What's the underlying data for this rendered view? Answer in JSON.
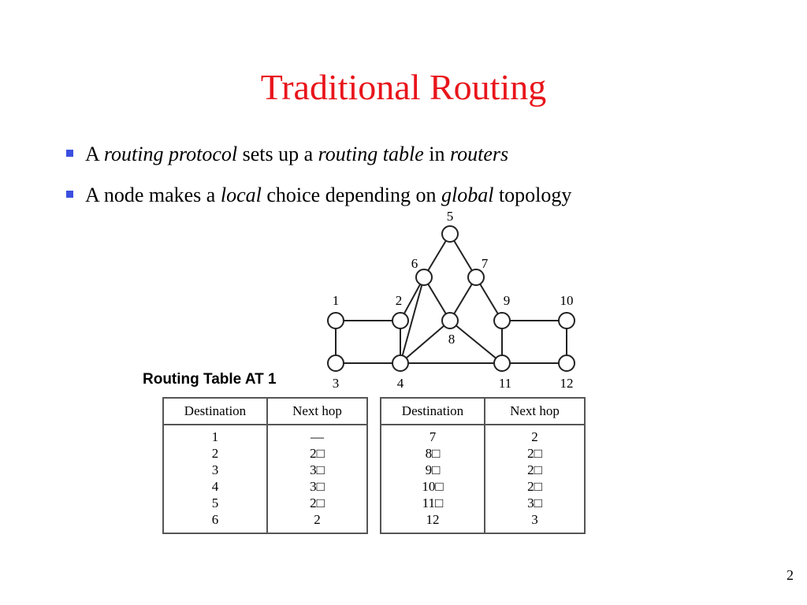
{
  "slide": {
    "title": "Traditional Routing",
    "page_number": "2",
    "bullets": [
      {
        "parts": [
          {
            "text": "A ",
            "italic": false
          },
          {
            "text": "routing protocol",
            "italic": true
          },
          {
            "text": " sets up a ",
            "italic": false
          },
          {
            "text": "routing table",
            "italic": true
          },
          {
            "text": " in ",
            "italic": false
          },
          {
            "text": "routers",
            "italic": true
          }
        ]
      },
      {
        "parts": [
          {
            "text": "A node makes a ",
            "italic": false
          },
          {
            "text": "local",
            "italic": true
          },
          {
            "text": " choice depending on ",
            "italic": false
          },
          {
            "text": "global",
            "italic": true
          },
          {
            "text": " topology",
            "italic": false
          }
        ]
      }
    ],
    "bullet_color": "#3b4fe0",
    "title_color": "#e8151b"
  },
  "graph": {
    "nodes": [
      "1",
      "2",
      "3",
      "4",
      "5",
      "6",
      "7",
      "8",
      "9",
      "10",
      "11",
      "12"
    ],
    "edges": [
      [
        "1",
        "2"
      ],
      [
        "1",
        "3"
      ],
      [
        "3",
        "4"
      ],
      [
        "2",
        "4"
      ],
      [
        "4",
        "11"
      ],
      [
        "4",
        "8"
      ],
      [
        "4",
        "6"
      ],
      [
        "2",
        "6"
      ],
      [
        "6",
        "5"
      ],
      [
        "5",
        "7"
      ],
      [
        "6",
        "8"
      ],
      [
        "7",
        "8"
      ],
      [
        "7",
        "9"
      ],
      [
        "8",
        "11"
      ],
      [
        "9",
        "11"
      ],
      [
        "9",
        "10"
      ],
      [
        "10",
        "12"
      ],
      [
        "11",
        "12"
      ]
    ]
  },
  "caption": "Routing Table AT 1",
  "tables": [
    {
      "headers": [
        "Destination",
        "Next hop"
      ],
      "rows": [
        [
          "1",
          "—"
        ],
        [
          "2",
          "2□"
        ],
        [
          "3",
          "3□"
        ],
        [
          "4",
          "3□"
        ],
        [
          "5",
          "2□"
        ],
        [
          "6",
          "2"
        ]
      ]
    },
    {
      "headers": [
        "Destination",
        "Next hop"
      ],
      "rows": [
        [
          "7",
          "2"
        ],
        [
          "8□",
          "2□"
        ],
        [
          "9□",
          "2□"
        ],
        [
          "10□",
          "2□"
        ],
        [
          "11□",
          "3□"
        ],
        [
          "12",
          "3"
        ]
      ]
    }
  ]
}
